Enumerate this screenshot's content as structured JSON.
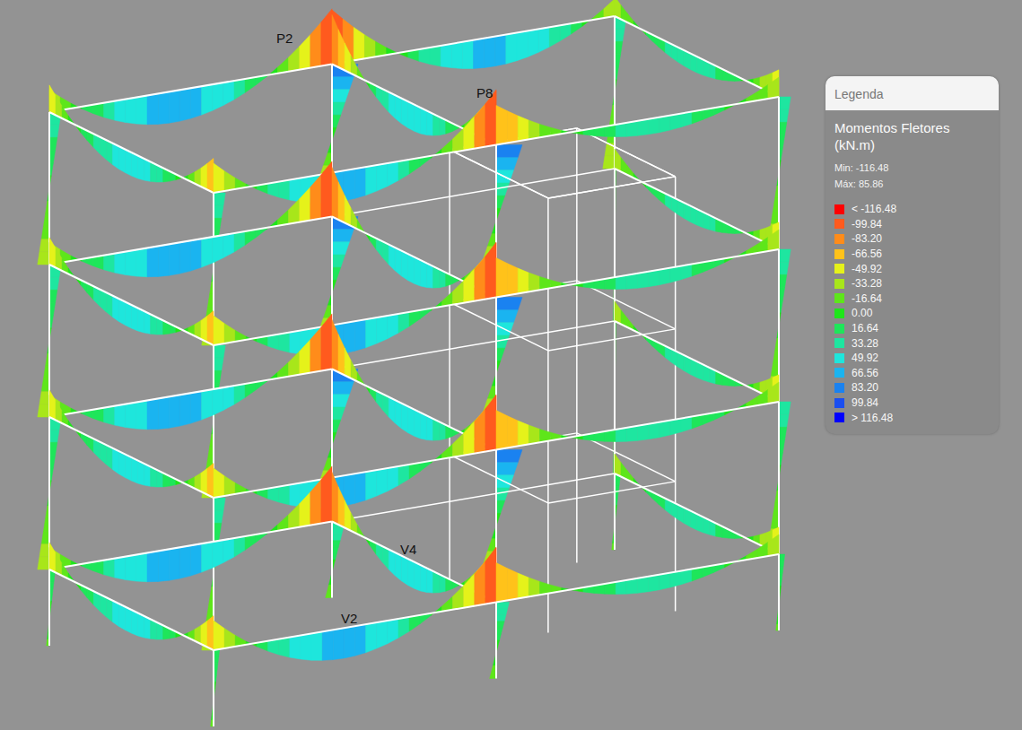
{
  "diagram": {
    "nodes": [
      {
        "text": [
          "Legenda",
          "Momentos Fletores (kN.m)",
          "Min: -116.48",
          "Máx: 85.86"
        ]
      }
    ],
    "labels": [
      "P2",
      "P8",
      "V4",
      "V2"
    ],
    "legend": [
      {
        "text": "< -116.48",
        "color": "#ff0000"
      },
      {
        "text": "-99.84",
        "color": "#ff5a1e"
      },
      {
        "text": "-83.20",
        "color": "#ff8c1a"
      },
      {
        "text": "-66.56",
        "color": "#ffc21a"
      },
      {
        "text": "-49.92",
        "color": "#e5f21a"
      },
      {
        "text": "-33.28",
        "color": "#a8e61a"
      },
      {
        "text": "-16.64",
        "color": "#5ee61a"
      },
      {
        "text": "0.00",
        "color": "#1ee61a"
      },
      {
        "text": "16.64",
        "color": "#1ee65a"
      },
      {
        "text": "33.28",
        "color": "#1ee6a0"
      },
      {
        "text": "49.92",
        "color": "#1ee6dc"
      },
      {
        "text": "66.56",
        "color": "#1ab4f0"
      },
      {
        "text": "83.20",
        "color": "#1a82f0"
      },
      {
        "text": "99.84",
        "color": "#1a4ef0"
      },
      {
        "text": "> 116.48",
        "color": "#0000ff"
      }
    ]
  }
}
